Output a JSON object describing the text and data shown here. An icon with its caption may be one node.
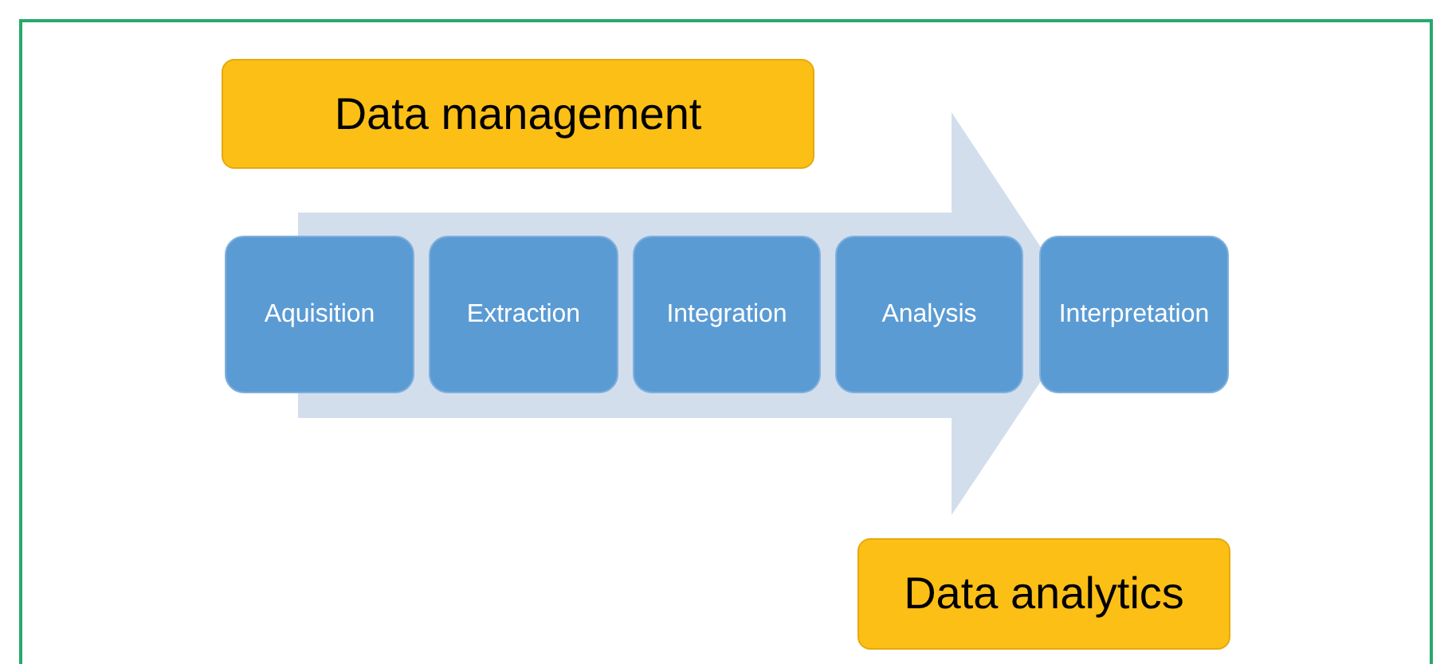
{
  "diagram": {
    "nodes": [
      {
        "text": [
          "Data management"
        ]
      },
      {
        "text": [
          "Aquisition"
        ]
      },
      {
        "text": [
          "Extraction"
        ]
      },
      {
        "text": [
          "Integration"
        ]
      },
      {
        "text": [
          "Analysis"
        ]
      },
      {
        "text": [
          "Interpretation"
        ]
      },
      {
        "text": [
          "Data analytics"
        ]
      }
    ],
    "edges": [
      {
        "from": 1,
        "to": 5,
        "arrow": "to",
        "style": "thick"
      }
    ]
  }
}
